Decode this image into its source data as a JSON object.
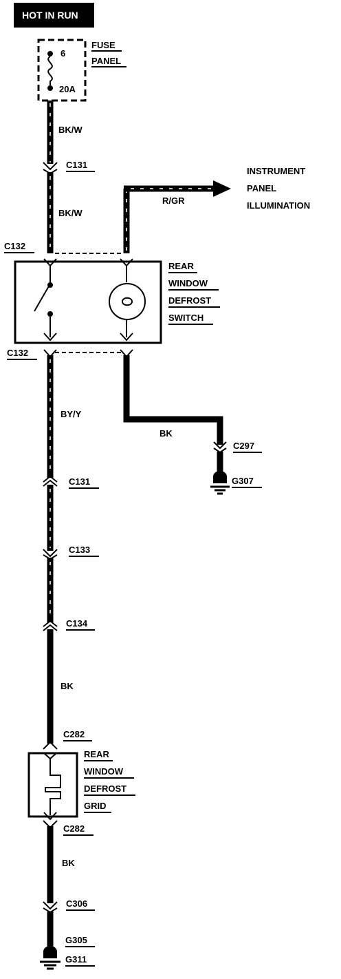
{
  "header": {
    "title": "HOT IN RUN"
  },
  "fuse": {
    "label_line1": "FUSE",
    "label_line2": "PANEL",
    "number": "6",
    "rating": "20A"
  },
  "wires": {
    "w1": "BK/W",
    "w2": "BK/W",
    "w3": "R/GR",
    "w4": "BY/Y",
    "w5": "BK",
    "w6": "BK",
    "w7": "BK"
  },
  "connectors": {
    "c131_top": "C131",
    "c132_top": "C132",
    "c132_bottom": "C132",
    "c297": "C297",
    "c131_mid": "C131",
    "c133": "C133",
    "c134": "C134",
    "c282_top": "C282",
    "c282_bottom": "C282",
    "c306": "C306"
  },
  "grounds": {
    "g307": "G307",
    "g305": "G305",
    "g311": "G311"
  },
  "destination": {
    "line1": "INSTRUMENT",
    "line2": "PANEL",
    "line3": "ILLUMINATION"
  },
  "switch": {
    "line1": "REAR",
    "line2": "WINDOW",
    "line3": "DEFROST",
    "line4": "SWITCH"
  },
  "grid": {
    "line1": "REAR",
    "line2": "WINDOW",
    "line3": "DEFROST",
    "line4": "GRID"
  }
}
